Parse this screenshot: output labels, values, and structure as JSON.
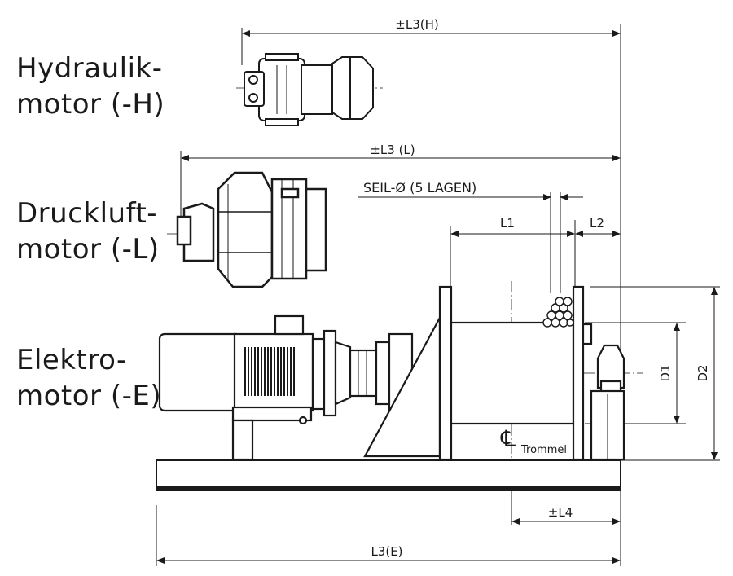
{
  "labels": {
    "hydraulik": [
      "Hydraulik-",
      "motor (-H)"
    ],
    "druckluft": [
      "Druckluft-",
      "motor (-L)"
    ],
    "elektro": [
      "Elektro-",
      "motor (-E)"
    ]
  },
  "dimensions": {
    "l3h": "±L3(H)",
    "l3l": "±L3 (L)",
    "seil": "SEIL-Ø (5 LAGEN)",
    "l1": "L1",
    "l2": "L2",
    "d1": "D1",
    "d2": "D2",
    "l4": "±L4",
    "l3e": "L3(E)",
    "centerline_symbol": "℄",
    "centerline_sub": "Trommel"
  }
}
